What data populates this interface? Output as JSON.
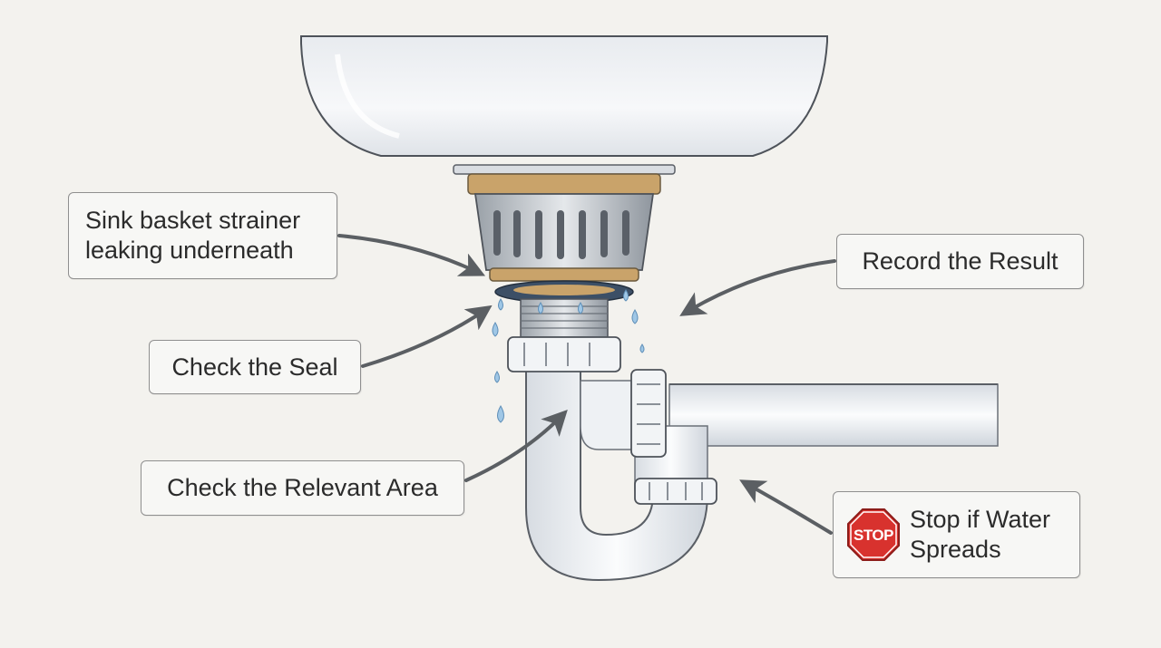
{
  "labels": {
    "strainer": "Sink basket strainer\nleaking underneath",
    "record_result": "Record the Result",
    "check_seal": "Check the Seal",
    "check_area": "Check the Relevant Area",
    "stop_spreads": "Stop if Water\nSpreads",
    "stop_sign_text": "STOP"
  },
  "colors": {
    "background": "#f3f2ee",
    "pipe": "#f4f6f9",
    "outline": "#5a5f66",
    "brass": "#c9a36a",
    "gasket": "#3c4f66",
    "water": "#9fc7e6",
    "arrow": "#5b5f63",
    "stop_red": "#d8322e"
  },
  "icons": {
    "stop": "stop-sign-icon",
    "drop": "water-drop-icon"
  }
}
